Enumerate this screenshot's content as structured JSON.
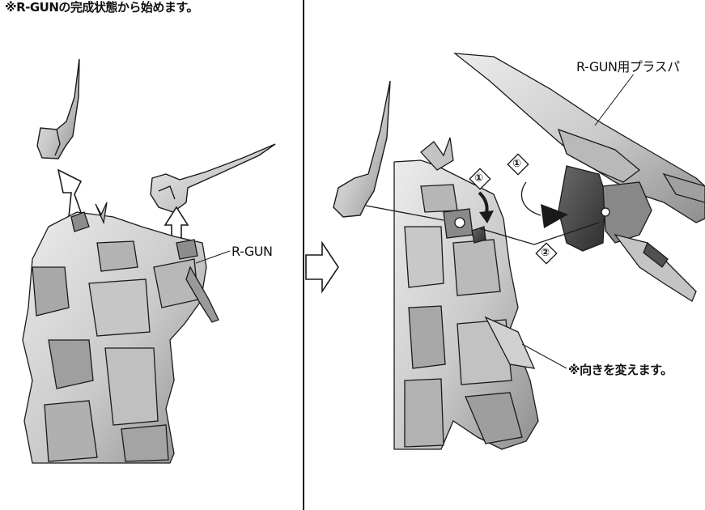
{
  "instruction_note": "※R-GUNの完成状態から始めます。",
  "callouts": {
    "left_rgun": "R-GUN",
    "plus_parts": "R-GUN用プラスパ",
    "orientation_note": "※向きを変えます。"
  },
  "steps": {
    "step1_a": "①",
    "step1_b": "①",
    "step2": "②"
  },
  "colors": {
    "line": "#1a1a1a",
    "model_light": "#d4d4d4",
    "model_mid": "#a9a9a9",
    "model_dark": "#4a4a4a",
    "arrow_fill": "#ffffff",
    "step_arrow": "#222222"
  }
}
